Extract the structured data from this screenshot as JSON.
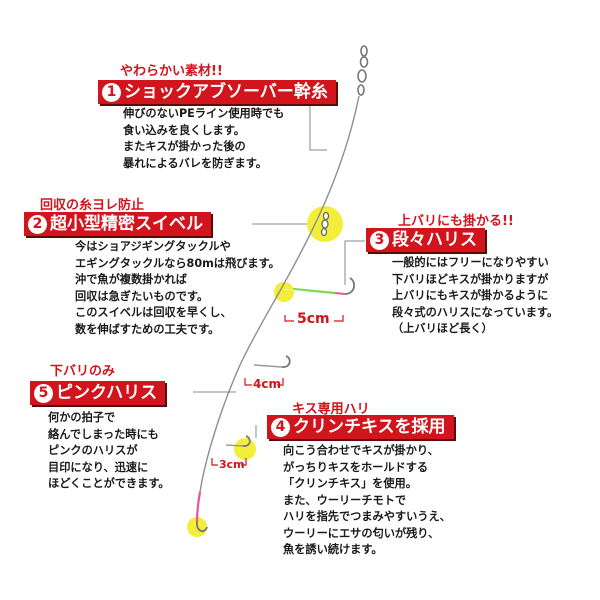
{
  "callouts": [
    {
      "number": "1",
      "tagline": "やわらかい素材!!",
      "title": "ショックアブソーバー幹糸",
      "lines": [
        "伸びのないPEライン使用時でも",
        "食い込みを良くします。",
        "またキスが掛かった後の",
        "暴れによるバレを防ぎます。"
      ]
    },
    {
      "number": "2",
      "tagline": "回収の糸ヨレ防止",
      "title": "超小型精密スイベル",
      "lines": [
        "今はショアジギングタックルや",
        "エギングタックルなら80mは飛びます。",
        "沖で魚が複数掛かれば",
        "回収は急ぎたいものです。",
        "このスイベルは回収を早くし、",
        "数を伸ばすための工夫です。"
      ]
    },
    {
      "number": "3",
      "tagline": "上バリにも掛かる!!",
      "title": "段々ハリス",
      "lines": [
        "一般的にはフリーになりやすい",
        "下バリほどキスが掛かりますが",
        "上バリにもキスが掛かるように",
        "段々式のハリスになっています。",
        "（上バリほど長く）"
      ]
    },
    {
      "number": "4",
      "tagline": "キス専用ハリ",
      "title": "クリンチキスを採用",
      "lines": [
        "向こう合わせでキスが掛かり、",
        "がっちりキスをホールドする",
        "「クリンチキス」を使用。",
        "また、ウーリーチモトで",
        "ハリを指先でつまみやすいうえ、",
        "ウーリーにエサの匂いが残り、",
        "魚を誘い続けます。"
      ]
    },
    {
      "number": "5",
      "tagline": "下バリのみ",
      "title": "ピンクハリス",
      "lines": [
        "何かの拍子で",
        "絡んでしまった時にも",
        "ピンクのハリスが",
        "目印になり、迅速に",
        "ほどくことができます。"
      ]
    }
  ],
  "dimensions": [
    "5cm",
    "4cm",
    "3cm"
  ],
  "colors": {
    "accent_red": "#d2141c",
    "highlight_yellow": "#f3ee3a",
    "pink_leader": "#e8559a",
    "green_leader": "#7ed957",
    "line_gray": "#8f8f8f"
  }
}
